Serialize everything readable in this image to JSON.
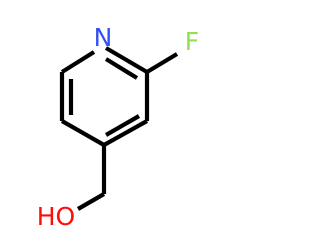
{
  "molecule": {
    "atoms": {
      "nitrogen": {
        "label": "N",
        "color": "#3050F8"
      },
      "fluorine": {
        "label": "F",
        "color": "#90E050"
      },
      "hydroxyl": {
        "label": "HO",
        "color": "#FF0D0D"
      }
    },
    "bond_color": "#000000",
    "background": "#ffffff"
  }
}
